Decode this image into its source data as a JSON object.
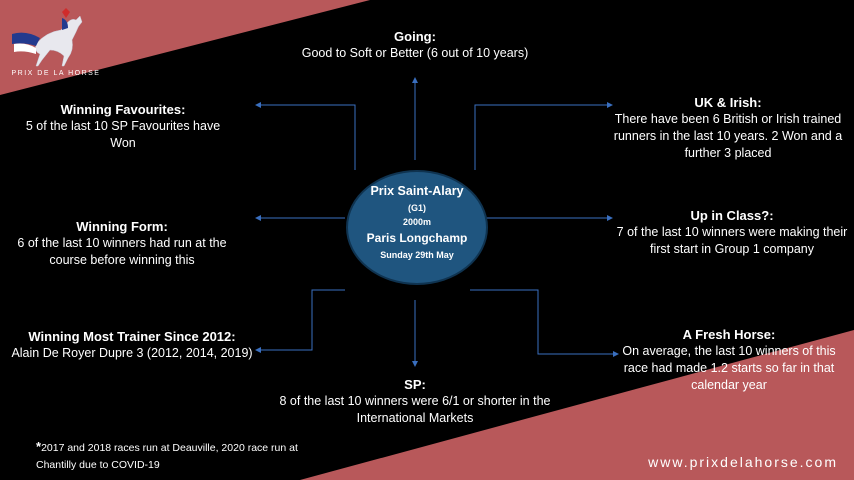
{
  "brand": {
    "logo_text": "PRIX DE LA HORSE",
    "url": "www.prixdelahorse.com"
  },
  "colors": {
    "bg_top": "#b8585a",
    "bg_bottom": "#b8585a",
    "hub": "#1f557f",
    "line": "#3a6fbf"
  },
  "hub": {
    "title": "Prix Saint-Alary",
    "grade": "(G1)",
    "distance": "2000m",
    "venue": "Paris Longchamp",
    "date": "Sunday 29th May"
  },
  "going": {
    "head": "Going:",
    "text": "Good to Soft or Better (6 out of 10 years)"
  },
  "winning_favourites": {
    "head": "Winning Favourites:",
    "text": "5 of the last 10 SP Favourites have Won"
  },
  "uk_irish": {
    "head": "UK & Irish:",
    "text": "There have been 6 British or Irish trained runners in the last 10 years. 2 Won and a further 3 placed"
  },
  "winning_form": {
    "head": "Winning Form:",
    "text": "6 of the last 10 winners had run at the course before winning this"
  },
  "up_in_class": {
    "head": "Up in Class?:",
    "text": "7 of the last 10 winners were making their first start in Group 1 company"
  },
  "winning_trainer": {
    "head": "Winning Most Trainer Since 2012:",
    "text": "Alain De Royer Dupre 3 (2012, 2014, 2019)"
  },
  "fresh_horse": {
    "head": "A Fresh Horse:",
    "text": "On average, the last 10 winners of this race had made 1.2 starts so far in that calendar year"
  },
  "sp": {
    "head": "SP:",
    "text": "8 of the last 10 winners were 6/1 or shorter in the International Markets"
  },
  "footnote": {
    "star": "*",
    "text": "2017 and 2018 races run at Deauville, 2020 race run at Chantilly due to COVID-19"
  }
}
